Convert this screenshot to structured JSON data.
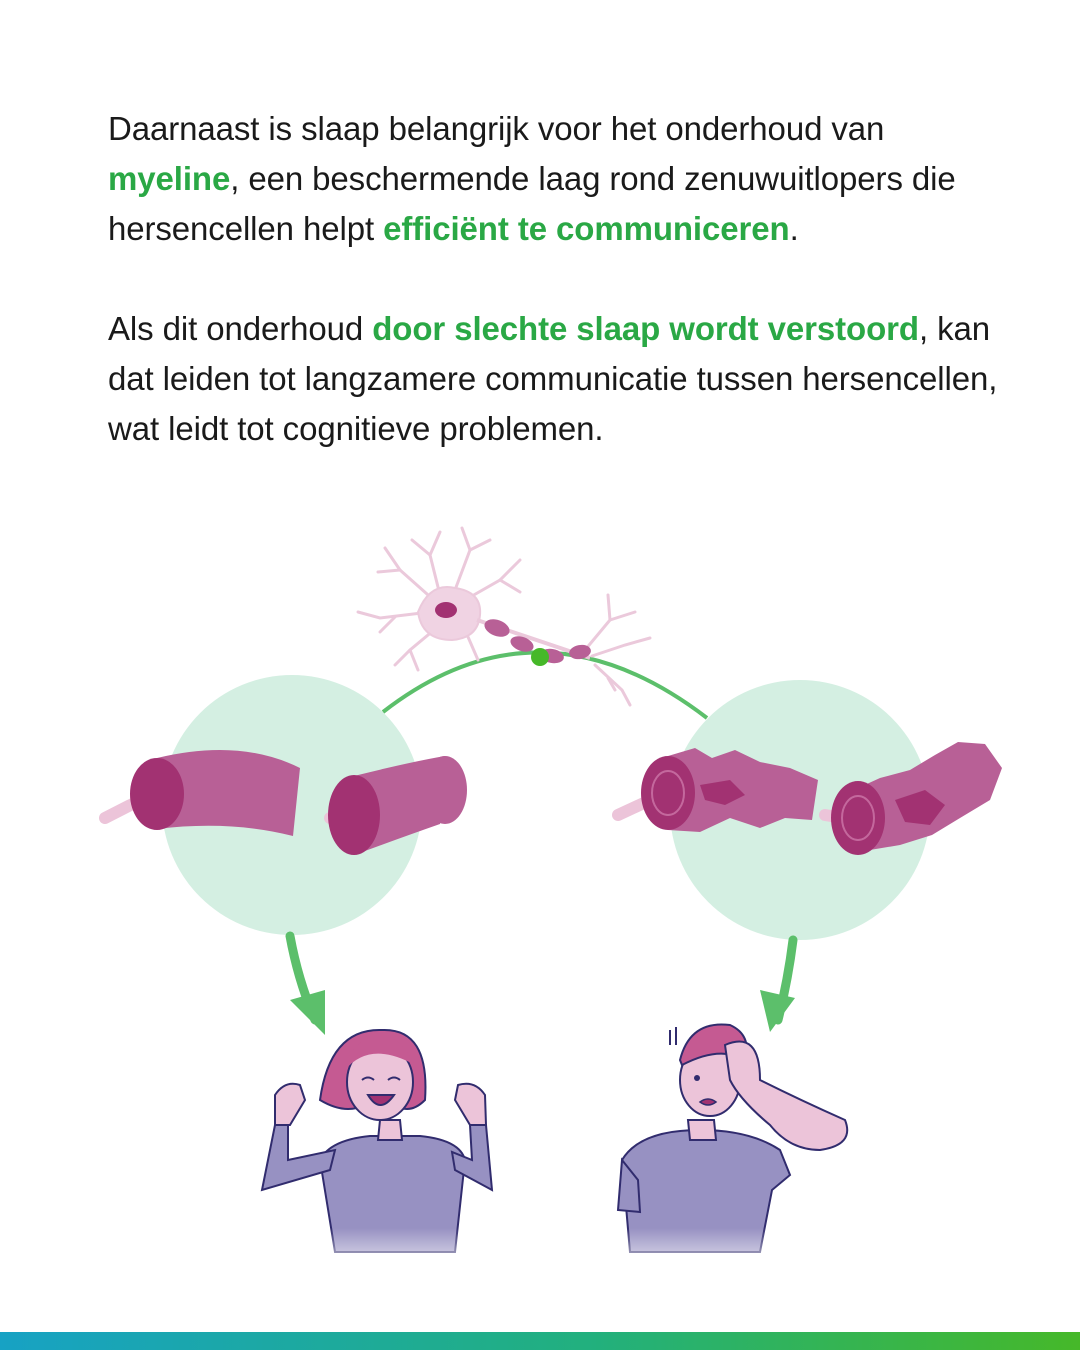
{
  "paragraph1": {
    "t1": "Daarnaast is slaap belangrijk voor het onderhoud van ",
    "h1": "myeline",
    "t2": ", een beschermende laag rond zenuwuitlopers die hersencellen helpt ",
    "h2": "efficiënt te communiceren",
    "t3": "."
  },
  "paragraph2": {
    "t1": "Als dit onderhoud ",
    "h1": "door slechte slaap wordt verstoord",
    "t2": ", kan dat leiden tot langzamere communicatie tussen hersencellen, wat leidt tot cognitieve problemen."
  },
  "colors": {
    "highlight": "#2aa845",
    "myelin": "#b86096",
    "myelin_dark": "#a23272",
    "circle_bg": "#d4efe2",
    "arrow": "#5cbf6b",
    "shirt": "#9791c2",
    "skin": "#ecc4d9",
    "hair": "#c55a92",
    "bar_gradient": [
      "#17a2c4",
      "#22b07d",
      "#46b829"
    ]
  },
  "illustration": {
    "neuron": "neuron-icon",
    "healthy_myelin": "healthy-myelin-icon",
    "damaged_myelin": "damaged-myelin-icon",
    "happy_person": "happy-woman-icon",
    "confused_person": "confused-man-icon"
  }
}
